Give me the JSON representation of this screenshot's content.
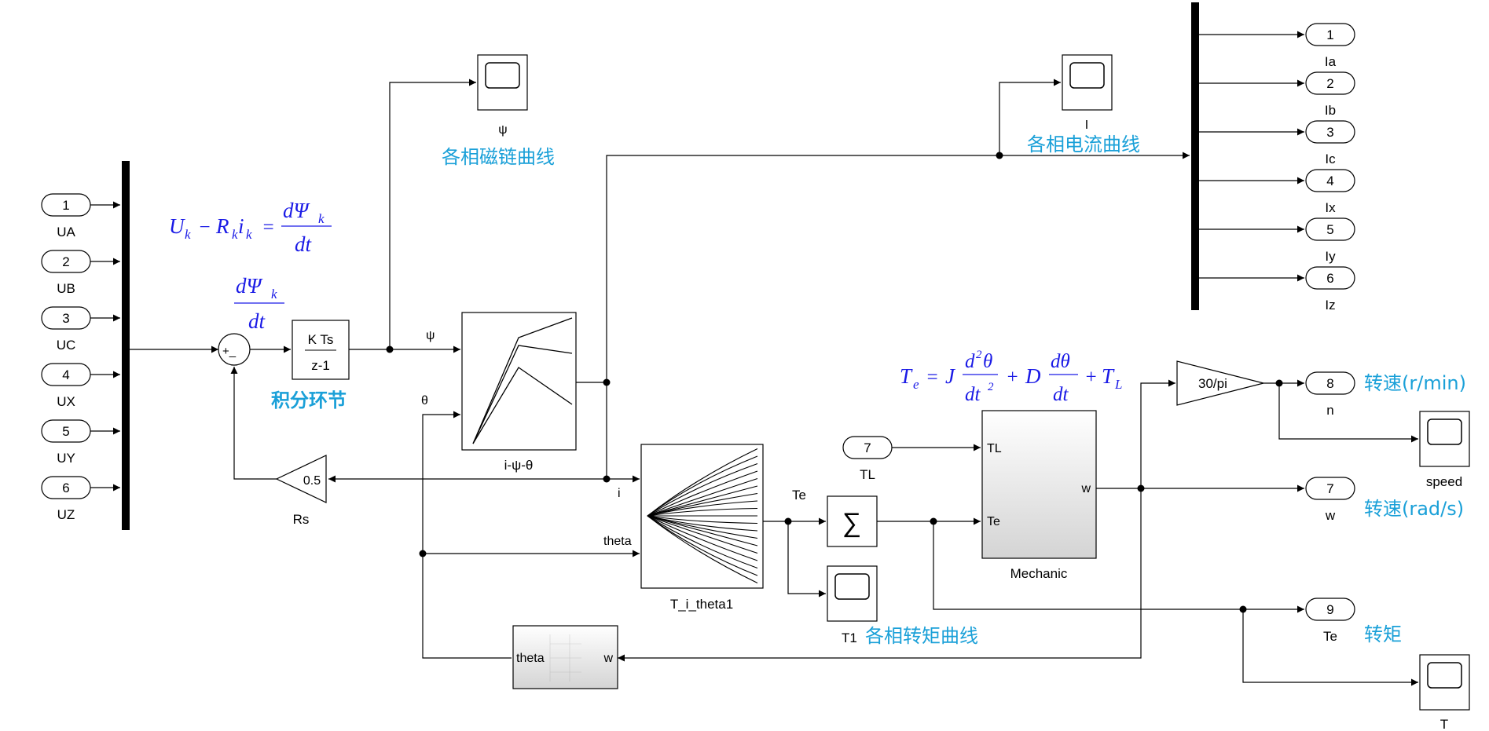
{
  "inports": [
    {
      "num": "1",
      "name": "UA"
    },
    {
      "num": "2",
      "name": "UB"
    },
    {
      "num": "3",
      "name": "UC"
    },
    {
      "num": "4",
      "name": "UX"
    },
    {
      "num": "5",
      "name": "UY"
    },
    {
      "num": "6",
      "name": "UZ"
    }
  ],
  "outports_bus": [
    {
      "num": "1",
      "name": "Ia"
    },
    {
      "num": "2",
      "name": "Ib"
    },
    {
      "num": "3",
      "name": "Ic"
    },
    {
      "num": "4",
      "name": "Ix"
    },
    {
      "num": "5",
      "name": "Iy"
    },
    {
      "num": "6",
      "name": "Iz"
    }
  ],
  "blocks": {
    "integrator_num": "K Ts",
    "integrator_den": "z-1",
    "sum_label": "+_",
    "gain_rs_value": "0.5",
    "gain_rs_name": "Rs",
    "lookup_psi_name": "i-ψ-θ",
    "lookup_torque_name": "T_i_theta1",
    "scope_psi_name": "ψ",
    "scope_i_name": "I",
    "scope_speed_name": "speed",
    "scope_t1_name": "T1",
    "scope_t_name": "T",
    "gain_speed_value": "30/pi",
    "mechanic_name": "Mechanic",
    "mechanic_in1": "TL",
    "mechanic_in2": "Te",
    "mechanic_out": "w",
    "theta_block_in": "theta",
    "theta_block_out": "w",
    "sigma_symbol": "∑"
  },
  "ports_extra": {
    "tl_num": "7",
    "tl_name": "TL",
    "n_num": "8",
    "n_name": "n",
    "w_num": "7",
    "w_name": "w",
    "te_num": "9",
    "te_name": "Te"
  },
  "signals": {
    "psi": "ψ",
    "theta": "θ",
    "i": "i",
    "theta_in": "theta",
    "te": "Te"
  },
  "annotations": {
    "flux": "各相磁链曲线",
    "current": "各相电流曲线",
    "integral": "积分环节",
    "speed_rpm": "转速(r/min)",
    "speed_rads": "转速(rad/s)",
    "torque_curves": "各相转矩曲线",
    "torque": "转矩"
  },
  "colors": {
    "annotation": "#1aa0d8",
    "equation": "#1a1ae6",
    "block_gradient_top": "#ffffff",
    "block_gradient_bottom": "#d4d4d4"
  }
}
